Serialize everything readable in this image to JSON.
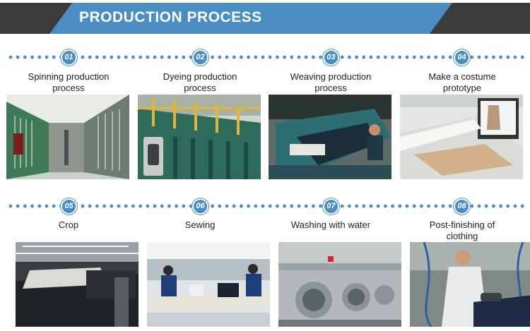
{
  "header": {
    "title": "PRODUCTION PROCESS"
  },
  "steps": [
    {
      "number": "01",
      "label": "Spinning production process",
      "label_lines": [
        "Spinning production",
        "process"
      ],
      "photo_icon": "spinning-mill-photo"
    },
    {
      "number": "02",
      "label": "Dyeing production process",
      "label_lines": [
        "Dyeing production",
        "process"
      ],
      "photo_icon": "dyeing-machine-photo"
    },
    {
      "number": "03",
      "label": "Weaving production process",
      "label_lines": [
        "Weaving production",
        "process"
      ],
      "photo_icon": "weaving-loom-photo"
    },
    {
      "number": "04",
      "label": "Make a costume prototype",
      "label_lines": [
        "Make a costume",
        "prototype"
      ],
      "photo_icon": "pattern-plotter-photo"
    },
    {
      "number": "05",
      "label": "Crop",
      "label_lines": [
        "Crop"
      ],
      "photo_icon": "cutting-table-photo"
    },
    {
      "number": "06",
      "label": "Sewing",
      "label_lines": [
        "Sewing"
      ],
      "photo_icon": "sewing-workshop-photo"
    },
    {
      "number": "07",
      "label": "Washing with water",
      "label_lines": [
        "Washing with water"
      ],
      "photo_icon": "washing-machines-photo"
    },
    {
      "number": "08",
      "label": "Post-finishing of clothing",
      "label_lines": [
        "Post-finishing of",
        "clothing"
      ],
      "photo_icon": "ironing-photo"
    }
  ],
  "colors": {
    "accent": "#4b8dc3",
    "banner_dark": "#3b3b3b",
    "text": "#222222"
  }
}
